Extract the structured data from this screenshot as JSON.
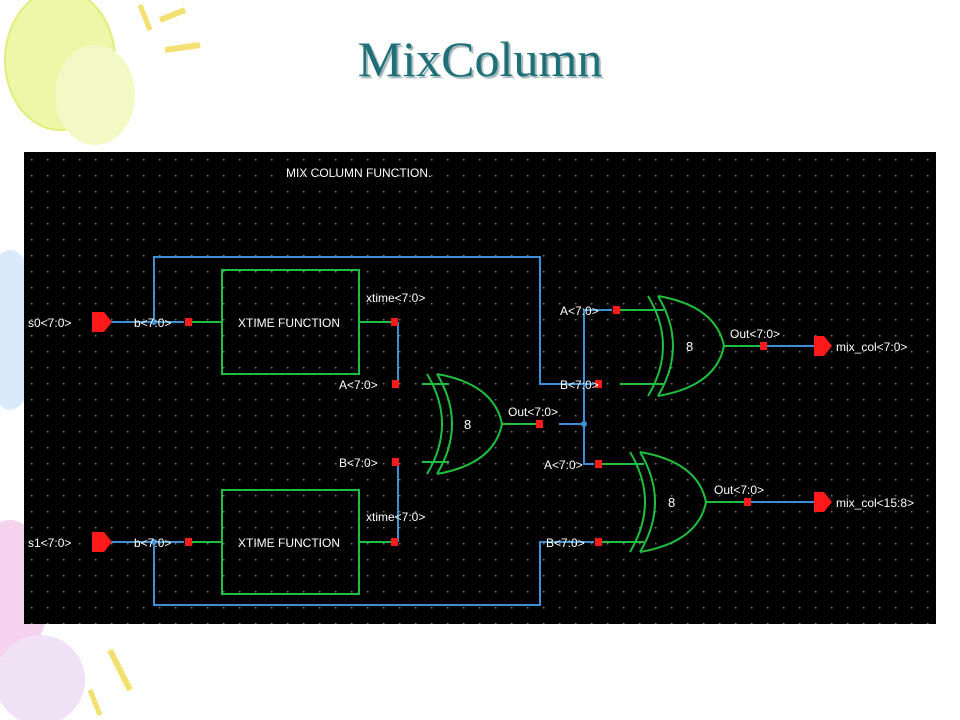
{
  "slide": {
    "title": "MixColumn"
  },
  "colors": {
    "title": "#1f6f79",
    "schematic_bg": "#000000",
    "wire": "#3d8fd6",
    "gate": "#1fbf3f",
    "pin": "#ff1a1a",
    "text": "#ffffff",
    "decor_balloons": [
      "#e7f58a",
      "#f3c6e8",
      "#cde4f6",
      "#f8f0a0"
    ]
  },
  "schematic": {
    "title": "MIX COLUMN FUNCTION.",
    "inputs": [
      {
        "label": "s0<7:0>"
      },
      {
        "label": "s1<7:0>"
      }
    ],
    "outputs": [
      {
        "label": "mix_col<7:0>"
      },
      {
        "label": "mix_col<15:8>"
      }
    ],
    "xtime_blocks": [
      {
        "name": "XTIME FUNCTION",
        "in_pin": "b<7:0>",
        "out_pin": "xtime<7:0>"
      },
      {
        "name": "XTIME FUNCTION",
        "in_pin": "b<7:0>",
        "out_pin": "xtime<7:0>"
      }
    ],
    "xor_gates": [
      {
        "width": "8",
        "in_a": "A<7:0>",
        "in_b": "B<7:0>",
        "out": "Out<7:0>"
      },
      {
        "width": "8",
        "in_a": "A<7:0>",
        "in_b": "B<7:0>",
        "out": "Out<7:0>"
      },
      {
        "width": "8",
        "in_a": "A<7:0>",
        "in_b": "B<7:0>",
        "out": "Out<7:0>"
      }
    ]
  }
}
